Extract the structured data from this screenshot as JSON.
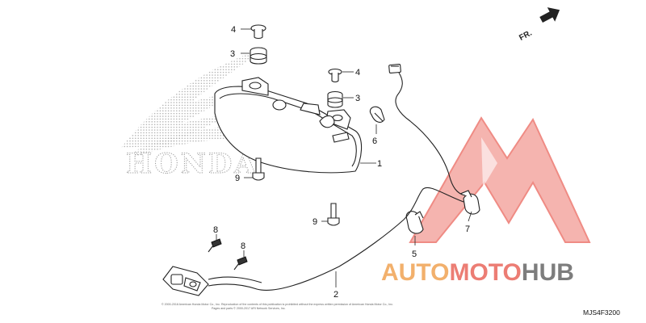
{
  "diagram": {
    "direction_label": "FR.",
    "diagram_code": "MJS4F3200",
    "copyright": [
      "© 2000-2018 American Honda Motor Co., Inc. Reproduction of the contents of this publication is prohibited without the express written permission of American Honda Motor Co., Inc.",
      "Pages and parts © 2000-2017 ARI Network Services, Inc."
    ],
    "background_logo_text": "HONDA",
    "callouts": [
      {
        "id": "c1",
        "label": "1"
      },
      {
        "id": "c2",
        "label": "2"
      },
      {
        "id": "c3a",
        "label": "3"
      },
      {
        "id": "c3b",
        "label": "3"
      },
      {
        "id": "c4a",
        "label": "4"
      },
      {
        "id": "c4b",
        "label": "4"
      },
      {
        "id": "c5",
        "label": "5"
      },
      {
        "id": "c6",
        "label": "6"
      },
      {
        "id": "c7",
        "label": "7"
      },
      {
        "id": "c8a",
        "label": "8"
      },
      {
        "id": "c8b",
        "label": "8"
      },
      {
        "id": "c9a",
        "label": "9"
      },
      {
        "id": "c9b",
        "label": "9"
      }
    ]
  },
  "watermark": {
    "part1": "AUTO",
    "part2": "MOTO",
    "part3": "HUB",
    "colors": {
      "auto": "#f2b06c",
      "moto": "#ec7d74",
      "hub": "#7d7d7d",
      "logo": "#ec6f66"
    }
  }
}
